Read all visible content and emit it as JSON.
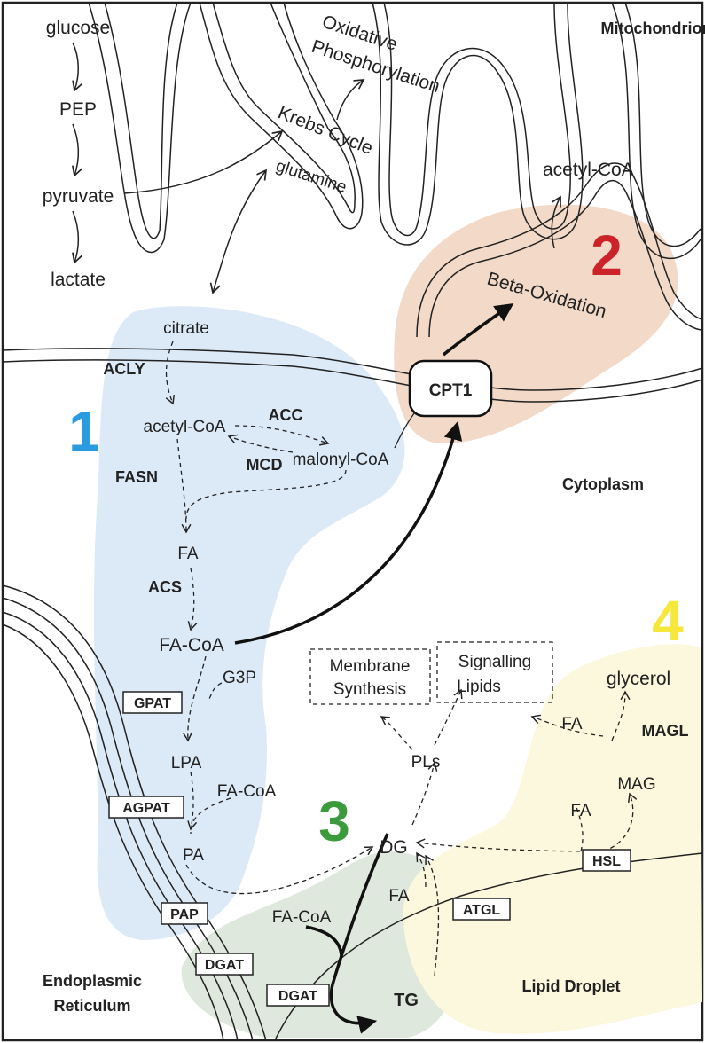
{
  "compartments": {
    "mitochondrion": "Mitochondrion",
    "cytoplasm": "Cytoplasm",
    "er_line1": "Endoplasmic",
    "er_line2": "Reticulum",
    "lipid_droplet": "Lipid Droplet"
  },
  "glycolysis": [
    "glucose",
    "PEP",
    "pyruvate",
    "lactate"
  ],
  "mito": {
    "oxphos_1": "Oxidative",
    "oxphos_2": "Phosphorylation",
    "krebs": "Krebs Cycle",
    "glutamine": "glutamine",
    "acetyl_coa": "acetyl-CoA",
    "beta_ox": "Beta-Oxidation",
    "cpt1": "CPT1"
  },
  "region_numbers": [
    {
      "label": "1",
      "color": "#2b9be0"
    },
    {
      "label": "2",
      "color": "#cc2229"
    },
    {
      "label": "3",
      "color": "#3a9a3c"
    },
    {
      "label": "4",
      "color": "#f5e83a"
    }
  ],
  "synthesis": {
    "citrate": "citrate",
    "acly": "ACLY",
    "acetyl_coa": "acetyl-CoA",
    "acc": "ACC",
    "mcd": "MCD",
    "malonyl_coa": "malonyl-CoA",
    "fasn": "FASN",
    "fa": "FA",
    "acs": "ACS",
    "fa_coa": "FA-CoA",
    "g3p": "G3P",
    "lpa": "LPA",
    "fa_coa_2": "FA-CoA",
    "pa": "PA"
  },
  "enzyme_boxes": {
    "gpat": "GPAT",
    "agpat": "AGPAT",
    "pap": "PAP",
    "dgat_er": "DGAT",
    "dgat_ld": "DGAT",
    "atgl": "ATGL",
    "hsl": "HSL"
  },
  "storage": {
    "dg": "DG",
    "pls": "PLs",
    "fa_coa": "FA-CoA",
    "fa": "FA",
    "tg": "TG"
  },
  "lipolysis": {
    "glycerol": "glycerol",
    "magl": "MAGL",
    "mag": "MAG",
    "fa_upper": "FA",
    "fa_lower": "FA"
  },
  "targets": {
    "membrane_1": "Membrane",
    "membrane_2": "Synthesis",
    "signalling_1": "Signalling",
    "signalling_2": "Lipids"
  },
  "colors": {
    "region1_bg": "#dce9f7",
    "region2_bg": "#f2d9c8",
    "region3_bg": "#dfe8dc",
    "region4_bg": "#fbf8dd"
  }
}
